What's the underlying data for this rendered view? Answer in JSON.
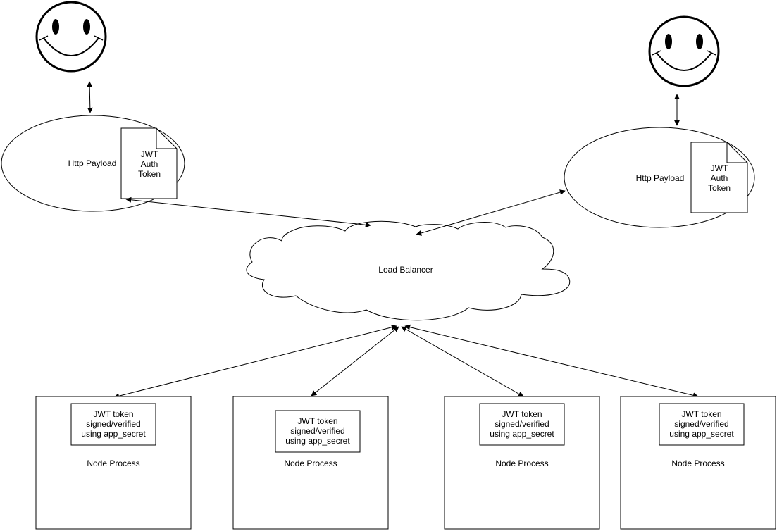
{
  "users": [
    {
      "id": "left",
      "icon": "smiley-face-icon"
    },
    {
      "id": "right",
      "icon": "smiley-face-icon"
    }
  ],
  "payloads": [
    {
      "label": "Http Payload",
      "token": [
        "JWT",
        "Auth",
        "Token"
      ]
    },
    {
      "label": "Http Payload",
      "token": [
        "JWT",
        "Auth",
        "Token"
      ]
    }
  ],
  "load_balancer": {
    "label": "Load Balancer"
  },
  "nodes": [
    {
      "label": "Node Process",
      "token": [
        "JWT token",
        "signed/verified",
        "using app_secret"
      ]
    },
    {
      "label": "Node Process",
      "token": [
        "JWT token",
        "signed/verified",
        "using app_secret"
      ]
    },
    {
      "label": "Node Process",
      "token": [
        "JWT token",
        "signed/verified",
        "using app_secret"
      ]
    },
    {
      "label": "Node Process",
      "token": [
        "JWT token",
        "signed/verified",
        "using app_secret"
      ]
    }
  ],
  "colors": {
    "stroke": "#000000",
    "fill": "#ffffff"
  }
}
